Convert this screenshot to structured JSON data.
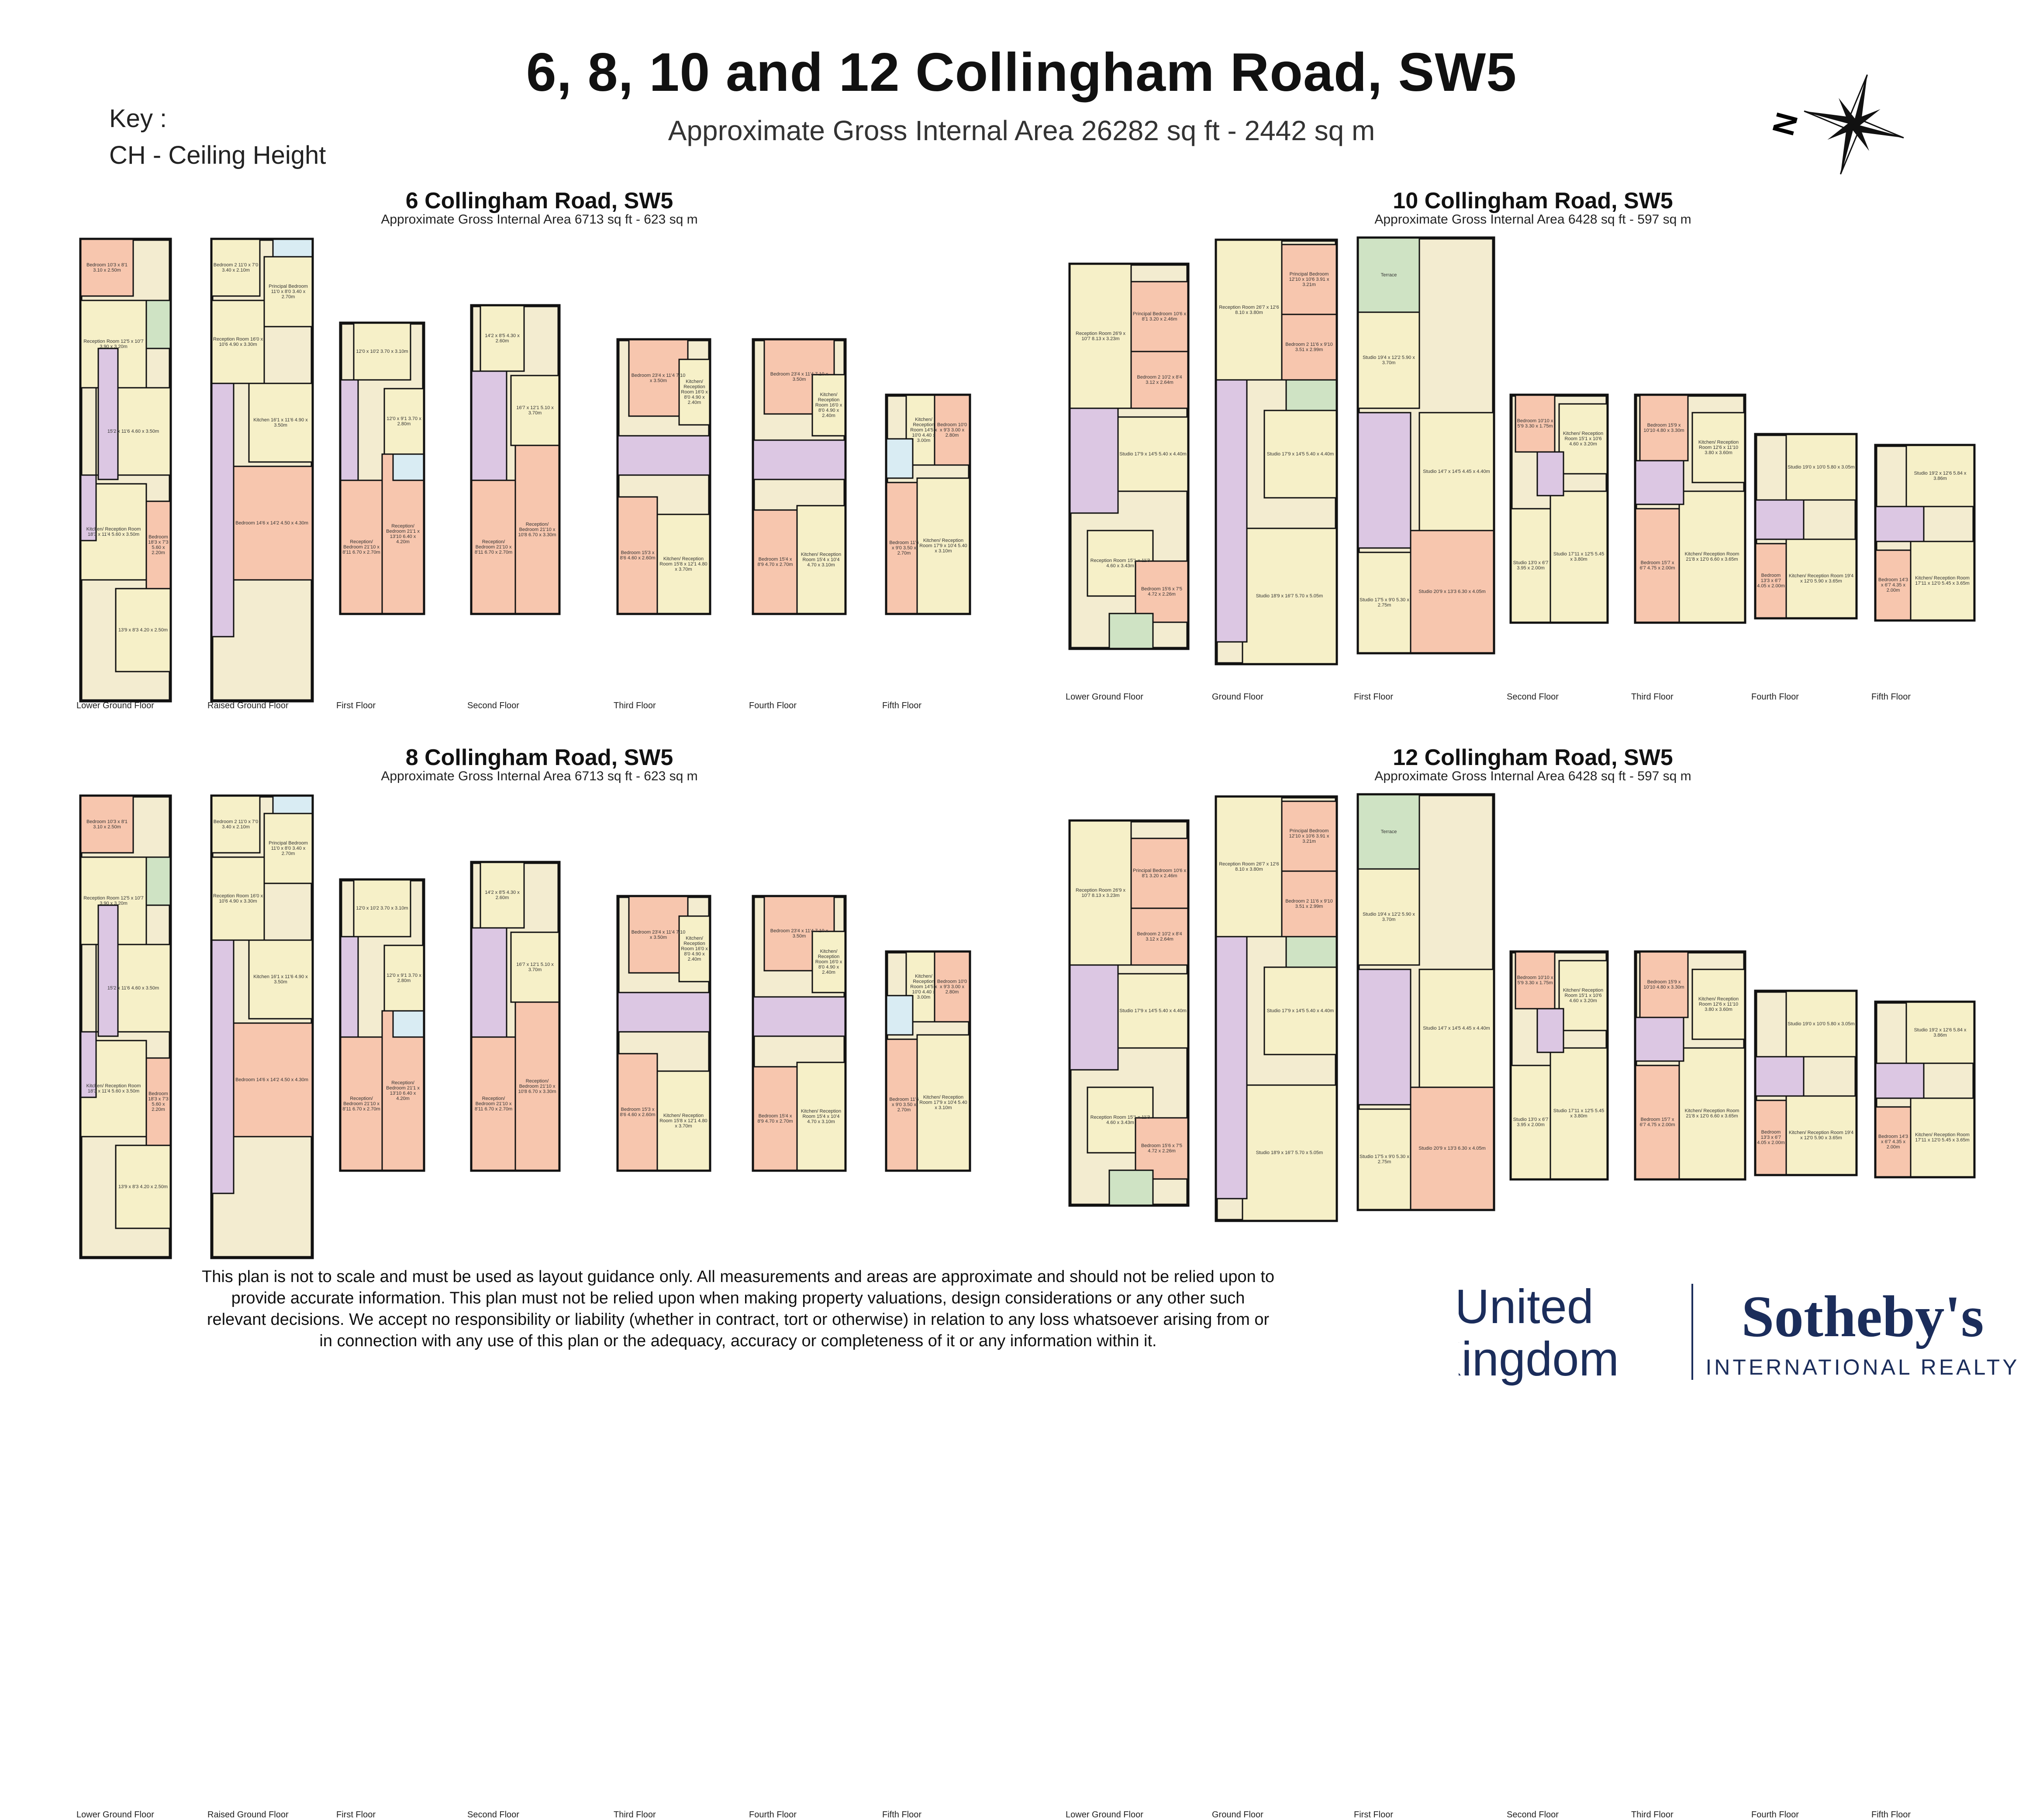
{
  "title": "6, 8, 10 and 12 Collingham Road, SW5",
  "subtitle": "Approximate Gross Internal Area 26282 sq ft - 2442 sq m",
  "key": {
    "heading": "Key :",
    "entry": "CH - Ceiling Height"
  },
  "compass": {
    "label": "N",
    "icon": "compass-rose-icon"
  },
  "colors": {
    "reception": "#f6f0c8",
    "bedroom": "#f7c6ae",
    "circulation": "#dcc7e3",
    "wet": "#d9ecf3",
    "outdoor": "#cfe3c4",
    "wall": "#111111"
  },
  "buildings": [
    {
      "name": "6 Collingham Road, SW5",
      "area": "Approximate Gross Internal Area 6713 sq ft - 623 sq m",
      "floors": [
        {
          "label": "Lower Ground Floor",
          "rooms": [
            "Bedroom 10'3 x 8'1 3.10 x 2.50m",
            "Reception Room 12'5 x 10'7 3.90 x 3.20m",
            "15'2 x 11'6 4.60 x 3.50m",
            "Kitchen/ Reception Room 18'3 x 11'4 5.60 x 3.50m",
            "Bedroom 18'3 x 7'3 5.60 x 2.20m",
            "13'9 x 8'3 4.20 x 2.50m"
          ]
        },
        {
          "label": "Raised Ground Floor",
          "rooms": [
            "Bedroom 2 11'0 x 7'0 3.40 x 2.10m",
            "Principal Bedroom 11'0 x 8'0 3.40 x 2.70m",
            "Reception Room 16'0 x 10'6 4.90 x 3.30m",
            "Kitchen 16'1 x 11'6 4.90 x 3.50m",
            "Bedroom 14'6 x 14'2 4.50 x 4.30m"
          ]
        },
        {
          "label": "First Floor",
          "rooms": [
            "12'0 x 10'2 3.70 x 3.10m",
            "12'0 x 9'1 3.70 x 2.80m",
            "Reception/ Bedroom 21'10 x 8'11 6.70 x 2.70m",
            "Reception/ Bedroom 21'1 x 13'10 6.40 x 4.20m"
          ]
        },
        {
          "label": "Second Floor",
          "rooms": [
            "14'2 x 8'5 4.30 x 2.60m",
            "16'7 x 12'1 5.10 x 3.70m",
            "Reception/ Bedroom 21'10 x 8'11 6.70 x 2.70m",
            "Reception/ Bedroom 21'10 x 10'8 6.70 x 3.30m"
          ]
        },
        {
          "label": "Third Floor",
          "rooms": [
            "Bedroom 23'4 x 11'4 7.10 x 3.50m",
            "Kitchen/ Reception Room 16'0 x 8'0 4.90 x 2.40m",
            "Bedroom 15'3 x 8'6 4.60 x 2.60m",
            "Kitchen/ Reception Room 15'8 x 12'1 4.80 x 3.70m"
          ]
        },
        {
          "label": "Fourth Floor",
          "rooms": [
            "Bedroom 23'4 x 11'4 7.10 x 3.50m",
            "Kitchen/ Reception Room 16'0 x 8'0 4.90 x 2.40m",
            "Bedroom 15'4 x 8'9 4.70 x 2.70m",
            "Kitchen/ Reception Room 15'4 x 10'4 4.70 x 3.10m"
          ]
        },
        {
          "label": "Fifth Floor",
          "rooms": [
            "Kitchen/ Reception Room 14'5 x 10'0 4.40 x 3.00m",
            "Bedroom 10'0 x 9'3 3.00 x 2.80m",
            "Bedroom 11'6 x 9'0 3.50 x 2.70m",
            "Kitchen/ Reception Room 17'9 x 10'4 5.40 x 3.10m"
          ]
        }
      ]
    },
    {
      "name": "10 Collingham Road, SW5",
      "area": "Approximate Gross Internal Area 6428 sq ft - 597 sq m",
      "floors": [
        {
          "label": "Lower Ground Floor",
          "rooms": [
            "Reception Room 26'9 x 10'7 8.13 x 3.23m",
            "Principal Bedroom 10'6 x 8'1 3.20 x 2.46m",
            "Bedroom 2 10'2 x 8'4 3.12 x 2.64m",
            "Studio 17'9 x 14'5 5.40 x 4.40m",
            "Reception Room 15'1 x 11'3 4.60 x 3.43m",
            "Bedroom 15'6 x 7'5 4.72 x 2.26m"
          ]
        },
        {
          "label": "Ground Floor",
          "rooms": [
            "Reception Room 26'7 x 12'6 8.10 x 3.80m",
            "Principal Bedroom 12'10 x 10'6 3.91 x 3.21m",
            "Bedroom 2 11'6 x 9'10 3.51 x 2.99m",
            "Studio 17'9 x 14'5 5.40 x 4.40m",
            "Studio 18'9 x 16'7 5.70 x 5.05m"
          ]
        },
        {
          "label": "First Floor",
          "rooms": [
            "Terrace",
            "Studio 19'4 x 12'2 5.90 x 3.70m",
            "Studio 14'7 x 14'5 4.45 x 4.40m",
            "Studio 17'5 x 9'0 5.30 x 2.75m",
            "Studio 20'9 x 13'3 6.30 x 4.05m"
          ]
        },
        {
          "label": "Second Floor",
          "rooms": [
            "Bedroom 10'10 x 5'9 3.30 x 1.75m",
            "Kitchen/ Reception Room 15'1 x 10'6 4.60 x 3.20m",
            "Studio 13'0 x 6'7 3.95 x 2.00m",
            "Studio 17'11 x 12'5 5.45 x 3.80m"
          ]
        },
        {
          "label": "Third Floor",
          "rooms": [
            "Bedroom 15'9 x 10'10 4.80 x 3.30m",
            "Kitchen/ Reception Room 12'6 x 11'10 3.80 x 3.60m",
            "Bedroom 15'7 x 6'7 4.75 x 2.00m",
            "Kitchen/ Reception Room 21'8 x 12'0 6.60 x 3.65m"
          ]
        },
        {
          "label": "Fourth Floor",
          "rooms": [
            "Studio 19'0 x 10'0 5.80 x 3.05m",
            "Bedroom 13'3 x 6'7 4.05 x 2.00m",
            "Kitchen/ Reception Room 19'4 x 12'0 5.90 x 3.65m"
          ]
        },
        {
          "label": "Fifth Floor",
          "rooms": [
            "Studio 19'2 x 12'6 5.84 x 3.86m",
            "Bedroom 14'3 x 6'7 4.35 x 2.00m",
            "Kitchen/ Reception Room 17'11 x 12'0 5.45 x 3.65m"
          ]
        }
      ]
    },
    {
      "name": "8 Collingham Road, SW5",
      "area": "Approximate Gross Internal Area 6713 sq ft - 623 sq m",
      "floors": [
        {
          "label": "Lower Ground Floor",
          "rooms": [
            "Bedroom 10'3 x 8'1 3.10 x 2.50m",
            "Reception Room 12'5 x 10'7 3.90 x 3.20m",
            "15'2 x 11'6 4.60 x 3.50m",
            "Kitchen/ Reception Room 18'3 x 11'4 5.60 x 3.50m",
            "Bedroom 18'3 x 7'3 5.60 x 2.20m",
            "13'9 x 8'3 4.20 x 2.50m"
          ]
        },
        {
          "label": "Raised Ground Floor",
          "rooms": [
            "Bedroom 2 11'0 x 7'0 3.40 x 2.10m",
            "Principal Bedroom 11'0 x 8'0 3.40 x 2.70m",
            "Reception Room 16'0 x 10'6 4.90 x 3.30m",
            "Kitchen 16'1 x 11'6 4.90 x 3.50m",
            "Bedroom 14'6 x 14'2 4.50 x 4.30m"
          ]
        },
        {
          "label": "First Floor",
          "rooms": [
            "12'0 x 10'2 3.70 x 3.10m",
            "12'0 x 9'1 3.70 x 2.80m",
            "Reception/ Bedroom 21'10 x 8'11 6.70 x 2.70m",
            "Reception/ Bedroom 21'1 x 13'10 6.40 x 4.20m"
          ]
        },
        {
          "label": "Second Floor",
          "rooms": [
            "14'2 x 8'5 4.30 x 2.60m",
            "16'7 x 12'1 5.10 x 3.70m",
            "Reception/ Bedroom 21'10 x 8'11 6.70 x 2.70m",
            "Reception/ Bedroom 21'10 x 10'8 6.70 x 3.30m"
          ]
        },
        {
          "label": "Third Floor",
          "rooms": [
            "Bedroom 23'4 x 11'4 7.10 x 3.50m",
            "Kitchen/ Reception Room 16'0 x 8'0 4.90 x 2.40m",
            "Bedroom 15'3 x 8'6 4.60 x 2.60m",
            "Kitchen/ Reception Room 15'8 x 12'1 4.80 x 3.70m"
          ]
        },
        {
          "label": "Fourth Floor",
          "rooms": [
            "Bedroom 23'4 x 11'4 7.10 x 3.50m",
            "Kitchen/ Reception Room 16'0 x 8'0 4.90 x 2.40m",
            "Bedroom 15'4 x 8'9 4.70 x 2.70m",
            "Kitchen/ Reception Room 15'4 x 10'4 4.70 x 3.10m"
          ]
        },
        {
          "label": "Fifth Floor",
          "rooms": [
            "Kitchen/ Reception Room 14'5 x 10'0 4.40 x 3.00m",
            "Bedroom 10'0 x 9'3 3.00 x 2.80m",
            "Bedroom 11'6 x 9'0 3.50 x 2.70m",
            "Kitchen/ Reception Room 17'9 x 10'4 5.40 x 3.10m"
          ]
        }
      ]
    },
    {
      "name": "12 Collingham Road, SW5",
      "area": "Approximate Gross Internal Area 6428 sq ft - 597 sq m",
      "floors": [
        {
          "label": "Lower Ground Floor",
          "rooms": [
            "Reception Room 26'9 x 10'7 8.13 x 3.23m",
            "Principal Bedroom 10'6 x 8'1 3.20 x 2.46m",
            "Bedroom 2 10'2 x 8'4 3.12 x 2.64m",
            "Studio 17'9 x 14'5 5.40 x 4.40m",
            "Reception Room 15'1 x 11'3 4.60 x 3.43m",
            "Bedroom 15'6 x 7'5 4.72 x 2.26m"
          ]
        },
        {
          "label": "Ground Floor",
          "rooms": [
            "Reception Room 26'7 x 12'6 8.10 x 3.80m",
            "Principal Bedroom 12'10 x 10'6 3.91 x 3.21m",
            "Bedroom 2 11'6 x 9'10 3.51 x 2.99m",
            "Studio 17'9 x 14'5 5.40 x 4.40m",
            "Studio 18'9 x 16'7 5.70 x 5.05m"
          ]
        },
        {
          "label": "First Floor",
          "rooms": [
            "Terrace",
            "Studio 19'4 x 12'2 5.90 x 3.70m",
            "Studio 14'7 x 14'5 4.45 x 4.40m",
            "Studio 17'5 x 9'0 5.30 x 2.75m",
            "Studio 20'9 x 13'3 6.30 x 4.05m"
          ]
        },
        {
          "label": "Second Floor",
          "rooms": [
            "Bedroom 10'10 x 5'9 3.30 x 1.75m",
            "Kitchen/ Reception Room 15'1 x 10'6 4.60 x 3.20m",
            "Studio 13'0 x 6'7 3.95 x 2.00m",
            "Studio 17'11 x 12'5 5.45 x 3.80m"
          ]
        },
        {
          "label": "Third Floor",
          "rooms": [
            "Bedroom 15'9 x 10'10 4.80 x 3.30m",
            "Kitchen/ Reception Room 12'6 x 11'10 3.80 x 3.60m",
            "Bedroom 15'7 x 6'7 4.75 x 2.00m",
            "Kitchen/ Reception Room 21'8 x 12'0 6.60 x 3.65m"
          ]
        },
        {
          "label": "Fourth Floor",
          "rooms": [
            "Studio 19'0 x 10'0 5.80 x 3.05m",
            "Bedroom 13'3 x 6'7 4.05 x 2.00m",
            "Kitchen/ Reception Room 19'4 x 12'0 5.90 x 3.65m"
          ]
        },
        {
          "label": "Fifth Floor",
          "rooms": [
            "Studio 19'2 x 12'6 5.84 x 3.86m",
            "Bedroom 14'3 x 6'7 4.35 x 2.00m",
            "Kitchen/ Reception Room 17'11 x 12'0 5.45 x 3.65m"
          ]
        }
      ]
    }
  ],
  "disclaimer": "This plan is not to scale and must be used as layout guidance only. All measurements and areas are approximate and should not be relied upon to provide accurate information. This plan must not be relied upon when making property valuations, design considerations or any other such relevant decisions. We accept no responsibility or liability (whether in contract, tort or otherwise) in relation to any loss whatsoever arising from or in connection with any use of this plan or the adequacy, accuracy or completeness of it or any information within it.",
  "branding": {
    "line1": "United",
    "line2": "Kingdom",
    "brand": "Sotheby's",
    "tagline": "INTERNATIONAL REALTY",
    "color": "#1b2d5b"
  }
}
